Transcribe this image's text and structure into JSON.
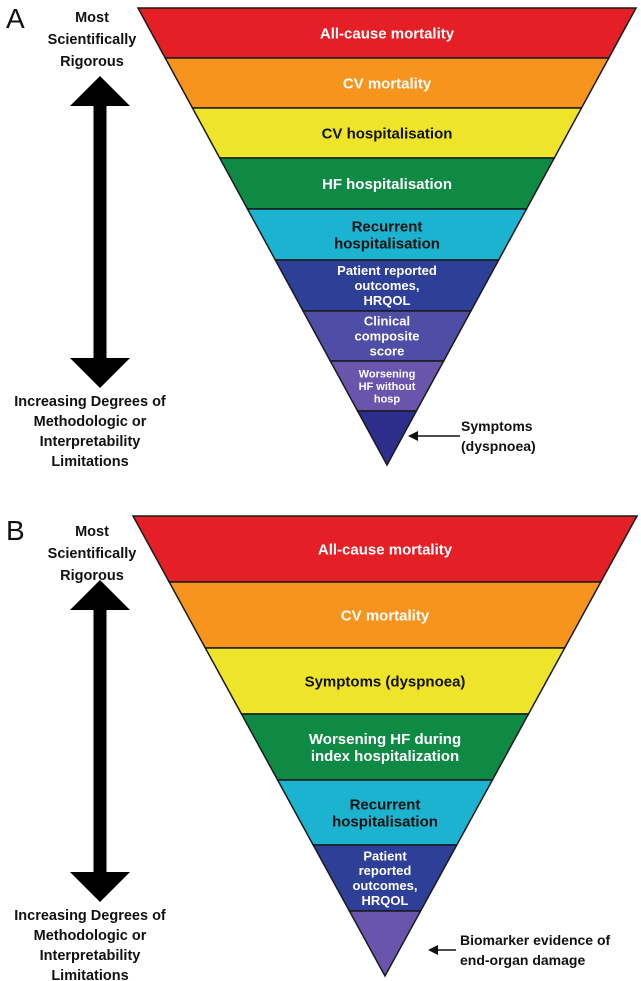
{
  "panels": [
    {
      "letter": "A",
      "top_label": [
        "Most",
        "Scientifically",
        "Rigorous"
      ],
      "bottom_label": [
        "Increasing Degrees of",
        "Methodologic or",
        "Interpretability",
        "Limitations"
      ],
      "bands": [
        {
          "lines": [
            "All-cause mortality"
          ],
          "color": "#e41f26",
          "text_color": "#ffffff"
        },
        {
          "lines": [
            "CV mortality"
          ],
          "color": "#f7941d",
          "text_color": "#ffffff"
        },
        {
          "lines": [
            "CV hospitalisation"
          ],
          "color": "#eee52b",
          "text_color": "#111111"
        },
        {
          "lines": [
            "HF hospitalisation"
          ],
          "color": "#0f8a45",
          "text_color": "#ffffff"
        },
        {
          "lines": [
            "Recurrent",
            "hospitalisation"
          ],
          "color": "#1bb3cf",
          "text_color": "#111111"
        },
        {
          "lines": [
            "Patient reported",
            "outcomes,",
            "HRQOL"
          ],
          "color": "#2e3f97",
          "text_color": "#ffffff"
        },
        {
          "lines": [
            "Clinical",
            "composite",
            "score"
          ],
          "color": "#4f4ea6",
          "text_color": "#ffffff"
        },
        {
          "lines": [
            "Worsening",
            "HF without",
            "hosp"
          ],
          "color": "#6a55ad",
          "text_color": "#ffffff"
        },
        {
          "lines": [],
          "color": "#2d2e8c",
          "text_color": "#ffffff"
        }
      ],
      "callout": [
        "Symptoms",
        "(dyspnoea)"
      ]
    },
    {
      "letter": "B",
      "top_label": [
        "Most",
        "Scientifically",
        "Rigorous"
      ],
      "bottom_label": [
        "Increasing Degrees of",
        "Methodologic or",
        "Interpretability",
        "Limitations"
      ],
      "bands": [
        {
          "lines": [
            "All-cause mortality"
          ],
          "color": "#e41f26",
          "text_color": "#ffffff"
        },
        {
          "lines": [
            "CV mortality"
          ],
          "color": "#f7941d",
          "text_color": "#ffffff"
        },
        {
          "lines": [
            "Symptoms (dyspnoea)"
          ],
          "color": "#eee52b",
          "text_color": "#111111"
        },
        {
          "lines": [
            "Worsening HF during",
            "index hospitalization"
          ],
          "color": "#0f8a45",
          "text_color": "#ffffff"
        },
        {
          "lines": [
            "Recurrent",
            "hospitalisation"
          ],
          "color": "#1bb3cf",
          "text_color": "#111111"
        },
        {
          "lines": [
            "Patient",
            "reported",
            "outcomes,",
            "HRQOL"
          ],
          "color": "#2e3f97",
          "text_color": "#ffffff"
        },
        {
          "lines": [],
          "color": "#6a55ad",
          "text_color": "#ffffff"
        }
      ],
      "callout": [
        "Biomarker evidence of",
        "end-organ damage"
      ]
    }
  ]
}
